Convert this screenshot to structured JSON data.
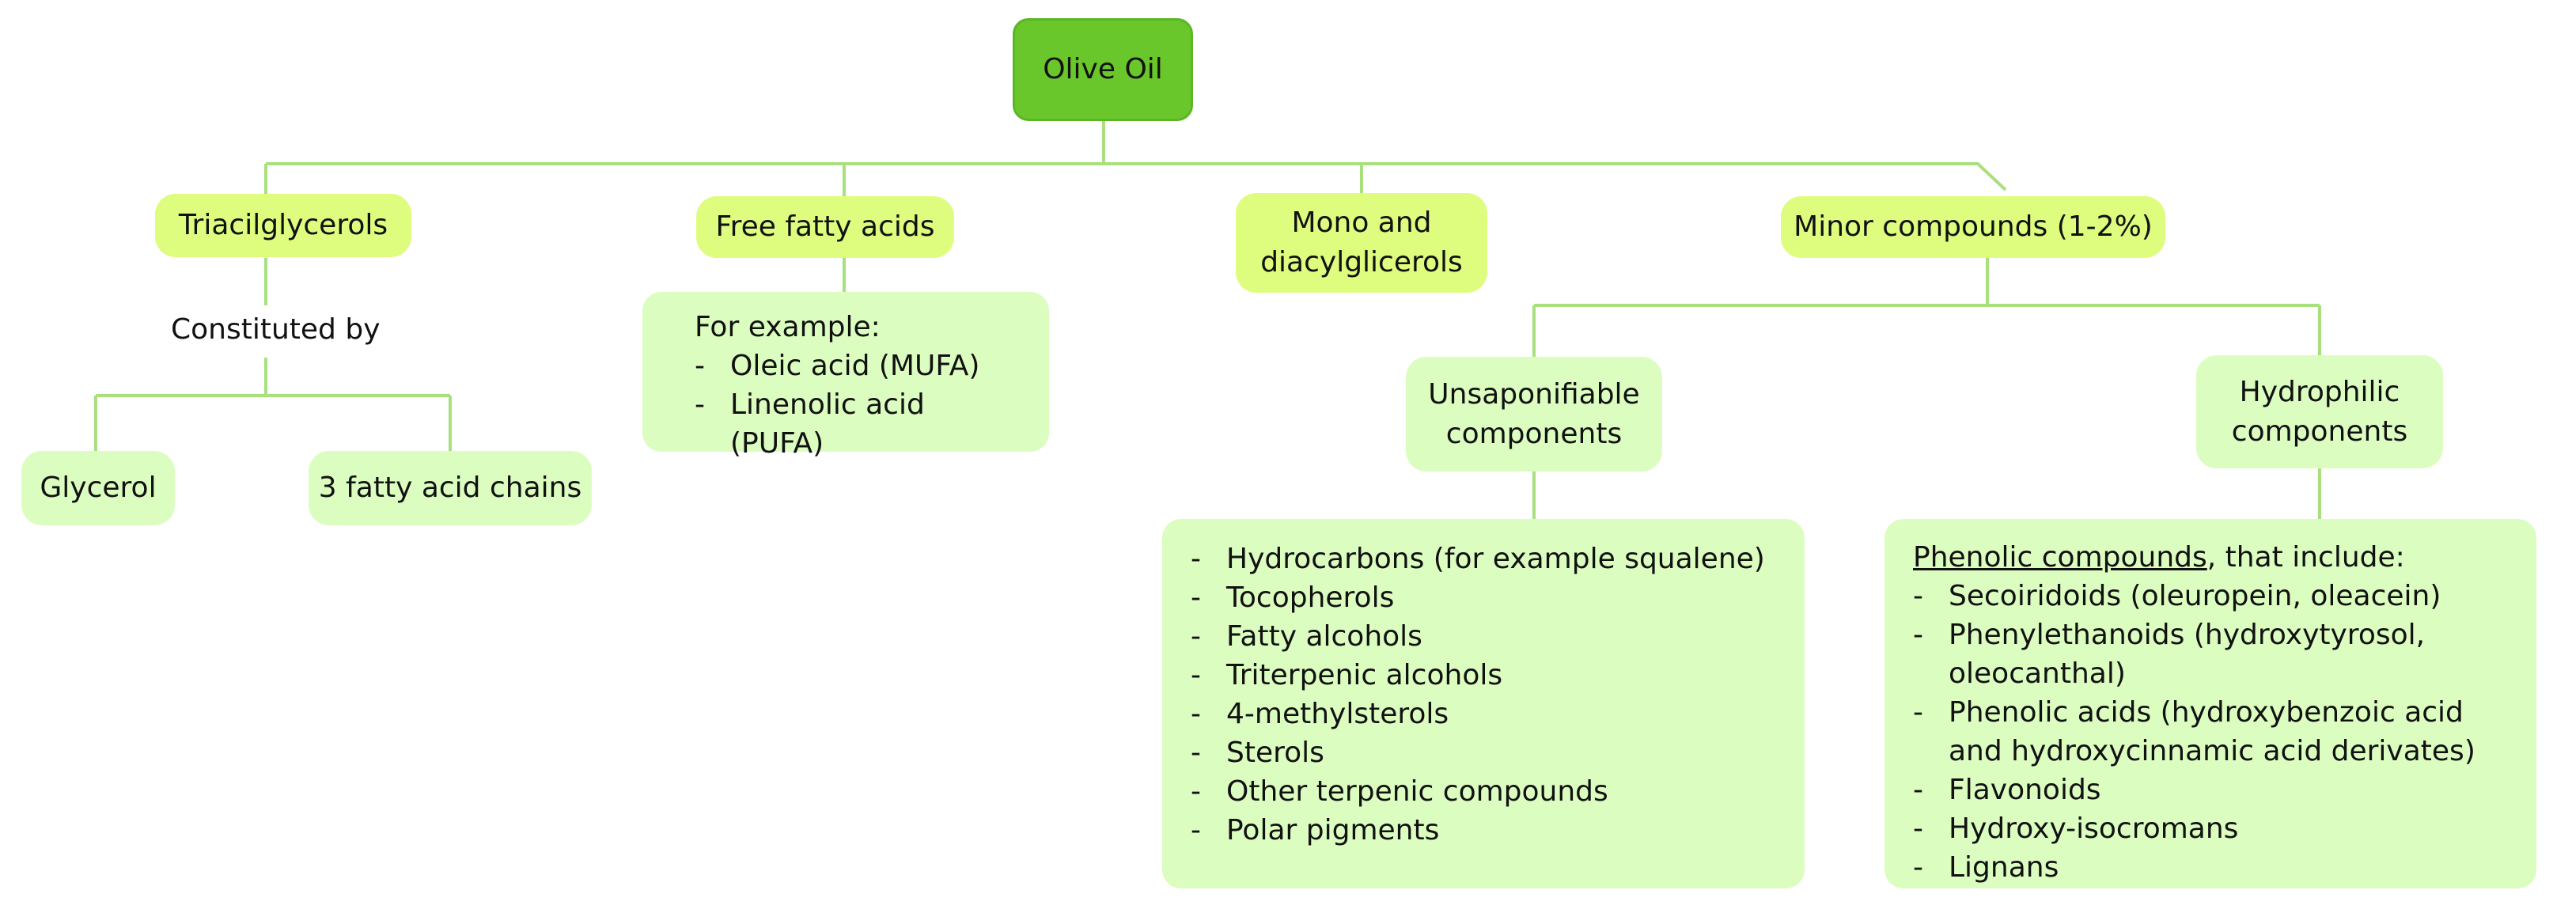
{
  "root": {
    "label": "Olive Oil"
  },
  "categories": {
    "triacylglycerols": "Triacilglycerols",
    "free_fatty_acids": "Free fatty acids",
    "mono_diacyl": "Mono and diacylglicerols",
    "minor": "Minor compounds (1-2%)"
  },
  "triacylglycerols_branch": {
    "connector_text": "Constituted by",
    "children": [
      "Glycerol",
      "3 fatty acid chains"
    ]
  },
  "free_fatty_acids_box": {
    "intro": "For example:",
    "items": [
      "Oleic acid (MUFA)",
      "Linenolic acid (PUFA)"
    ]
  },
  "minor_branch": {
    "unsaponifiable": "Unsaponifiable components",
    "hydrophilic": "Hydrophilic components"
  },
  "unsaponifiable_list": {
    "items": [
      "Hydrocarbons (for example squalene)",
      "Tocopherols",
      "Fatty alcohols",
      "Triterpenic alcohols",
      "4-methylsterols",
      "Sterols",
      "Other terpenic compounds",
      "Polar pigments"
    ]
  },
  "hydrophilic_list": {
    "intro_underlined": "Phenolic compounds",
    "intro_rest": ", that include:",
    "items": [
      "Secoiridoids (oleuropein, oleacein)",
      "Phenylethanoids (hydroxytyrosol, oleocanthal)",
      "Phenolic acids (hydroxybenzoic acid and hydroxycinnamic acid derivates)",
      "Flavonoids",
      "Hydroxy-isocromans",
      "Lignans"
    ]
  },
  "colors": {
    "root_fill": "#6ac72b",
    "category_fill": "#defc7e",
    "box_fill": "#dcfdc0",
    "connector": "#a8e07e"
  }
}
